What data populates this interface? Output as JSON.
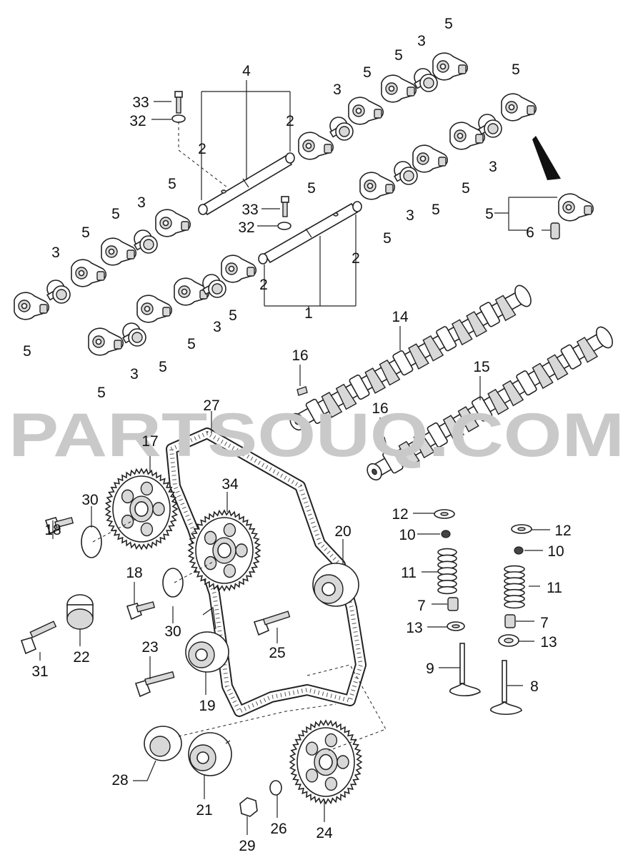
{
  "watermark": "PARTSOUQ.COM",
  "callouts": [
    {
      "id": "1",
      "text": "1"
    },
    {
      "id": "2",
      "text": "2"
    },
    {
      "id": "3",
      "text": "3"
    },
    {
      "id": "4",
      "text": "4"
    },
    {
      "id": "5",
      "text": "5"
    },
    {
      "id": "6",
      "text": "6"
    },
    {
      "id": "7",
      "text": "7"
    },
    {
      "id": "8",
      "text": "8"
    },
    {
      "id": "9",
      "text": "9"
    },
    {
      "id": "10",
      "text": "10"
    },
    {
      "id": "11",
      "text": "11"
    },
    {
      "id": "12",
      "text": "12"
    },
    {
      "id": "13",
      "text": "13"
    },
    {
      "id": "14",
      "text": "14"
    },
    {
      "id": "15",
      "text": "15"
    },
    {
      "id": "16",
      "text": "16"
    },
    {
      "id": "17",
      "text": "17"
    },
    {
      "id": "18",
      "text": "18"
    },
    {
      "id": "19",
      "text": "19"
    },
    {
      "id": "20",
      "text": "20"
    },
    {
      "id": "21",
      "text": "21"
    },
    {
      "id": "22",
      "text": "22"
    },
    {
      "id": "23",
      "text": "23"
    },
    {
      "id": "24",
      "text": "24"
    },
    {
      "id": "25",
      "text": "25"
    },
    {
      "id": "26",
      "text": "26"
    },
    {
      "id": "27",
      "text": "27"
    },
    {
      "id": "28",
      "text": "28"
    },
    {
      "id": "29",
      "text": "29"
    },
    {
      "id": "30",
      "text": "30"
    },
    {
      "id": "31",
      "text": "31"
    },
    {
      "id": "32",
      "text": "32"
    },
    {
      "id": "33",
      "text": "33"
    },
    {
      "id": "34",
      "text": "34"
    }
  ]
}
